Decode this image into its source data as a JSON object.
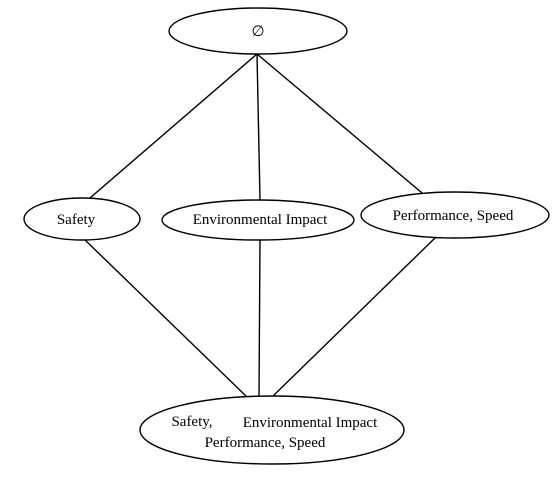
{
  "diagram": {
    "nodes": {
      "top": {
        "lines": [
          "∅"
        ]
      },
      "safety": {
        "lines": [
          "Safety"
        ]
      },
      "environment": {
        "lines": [
          "Environmental Impact"
        ]
      },
      "performance": {
        "lines": [
          "Performance, Speed"
        ]
      },
      "bottom": {
        "lines": [
          "Safety,",
          "Environmental Impact",
          "Performance, Speed"
        ]
      }
    },
    "edges": [
      {
        "from": "top",
        "to": "safety"
      },
      {
        "from": "top",
        "to": "environment"
      },
      {
        "from": "top",
        "to": "performance"
      },
      {
        "from": "safety",
        "to": "bottom"
      },
      {
        "from": "environment",
        "to": "bottom"
      },
      {
        "from": "performance",
        "to": "bottom"
      }
    ]
  }
}
